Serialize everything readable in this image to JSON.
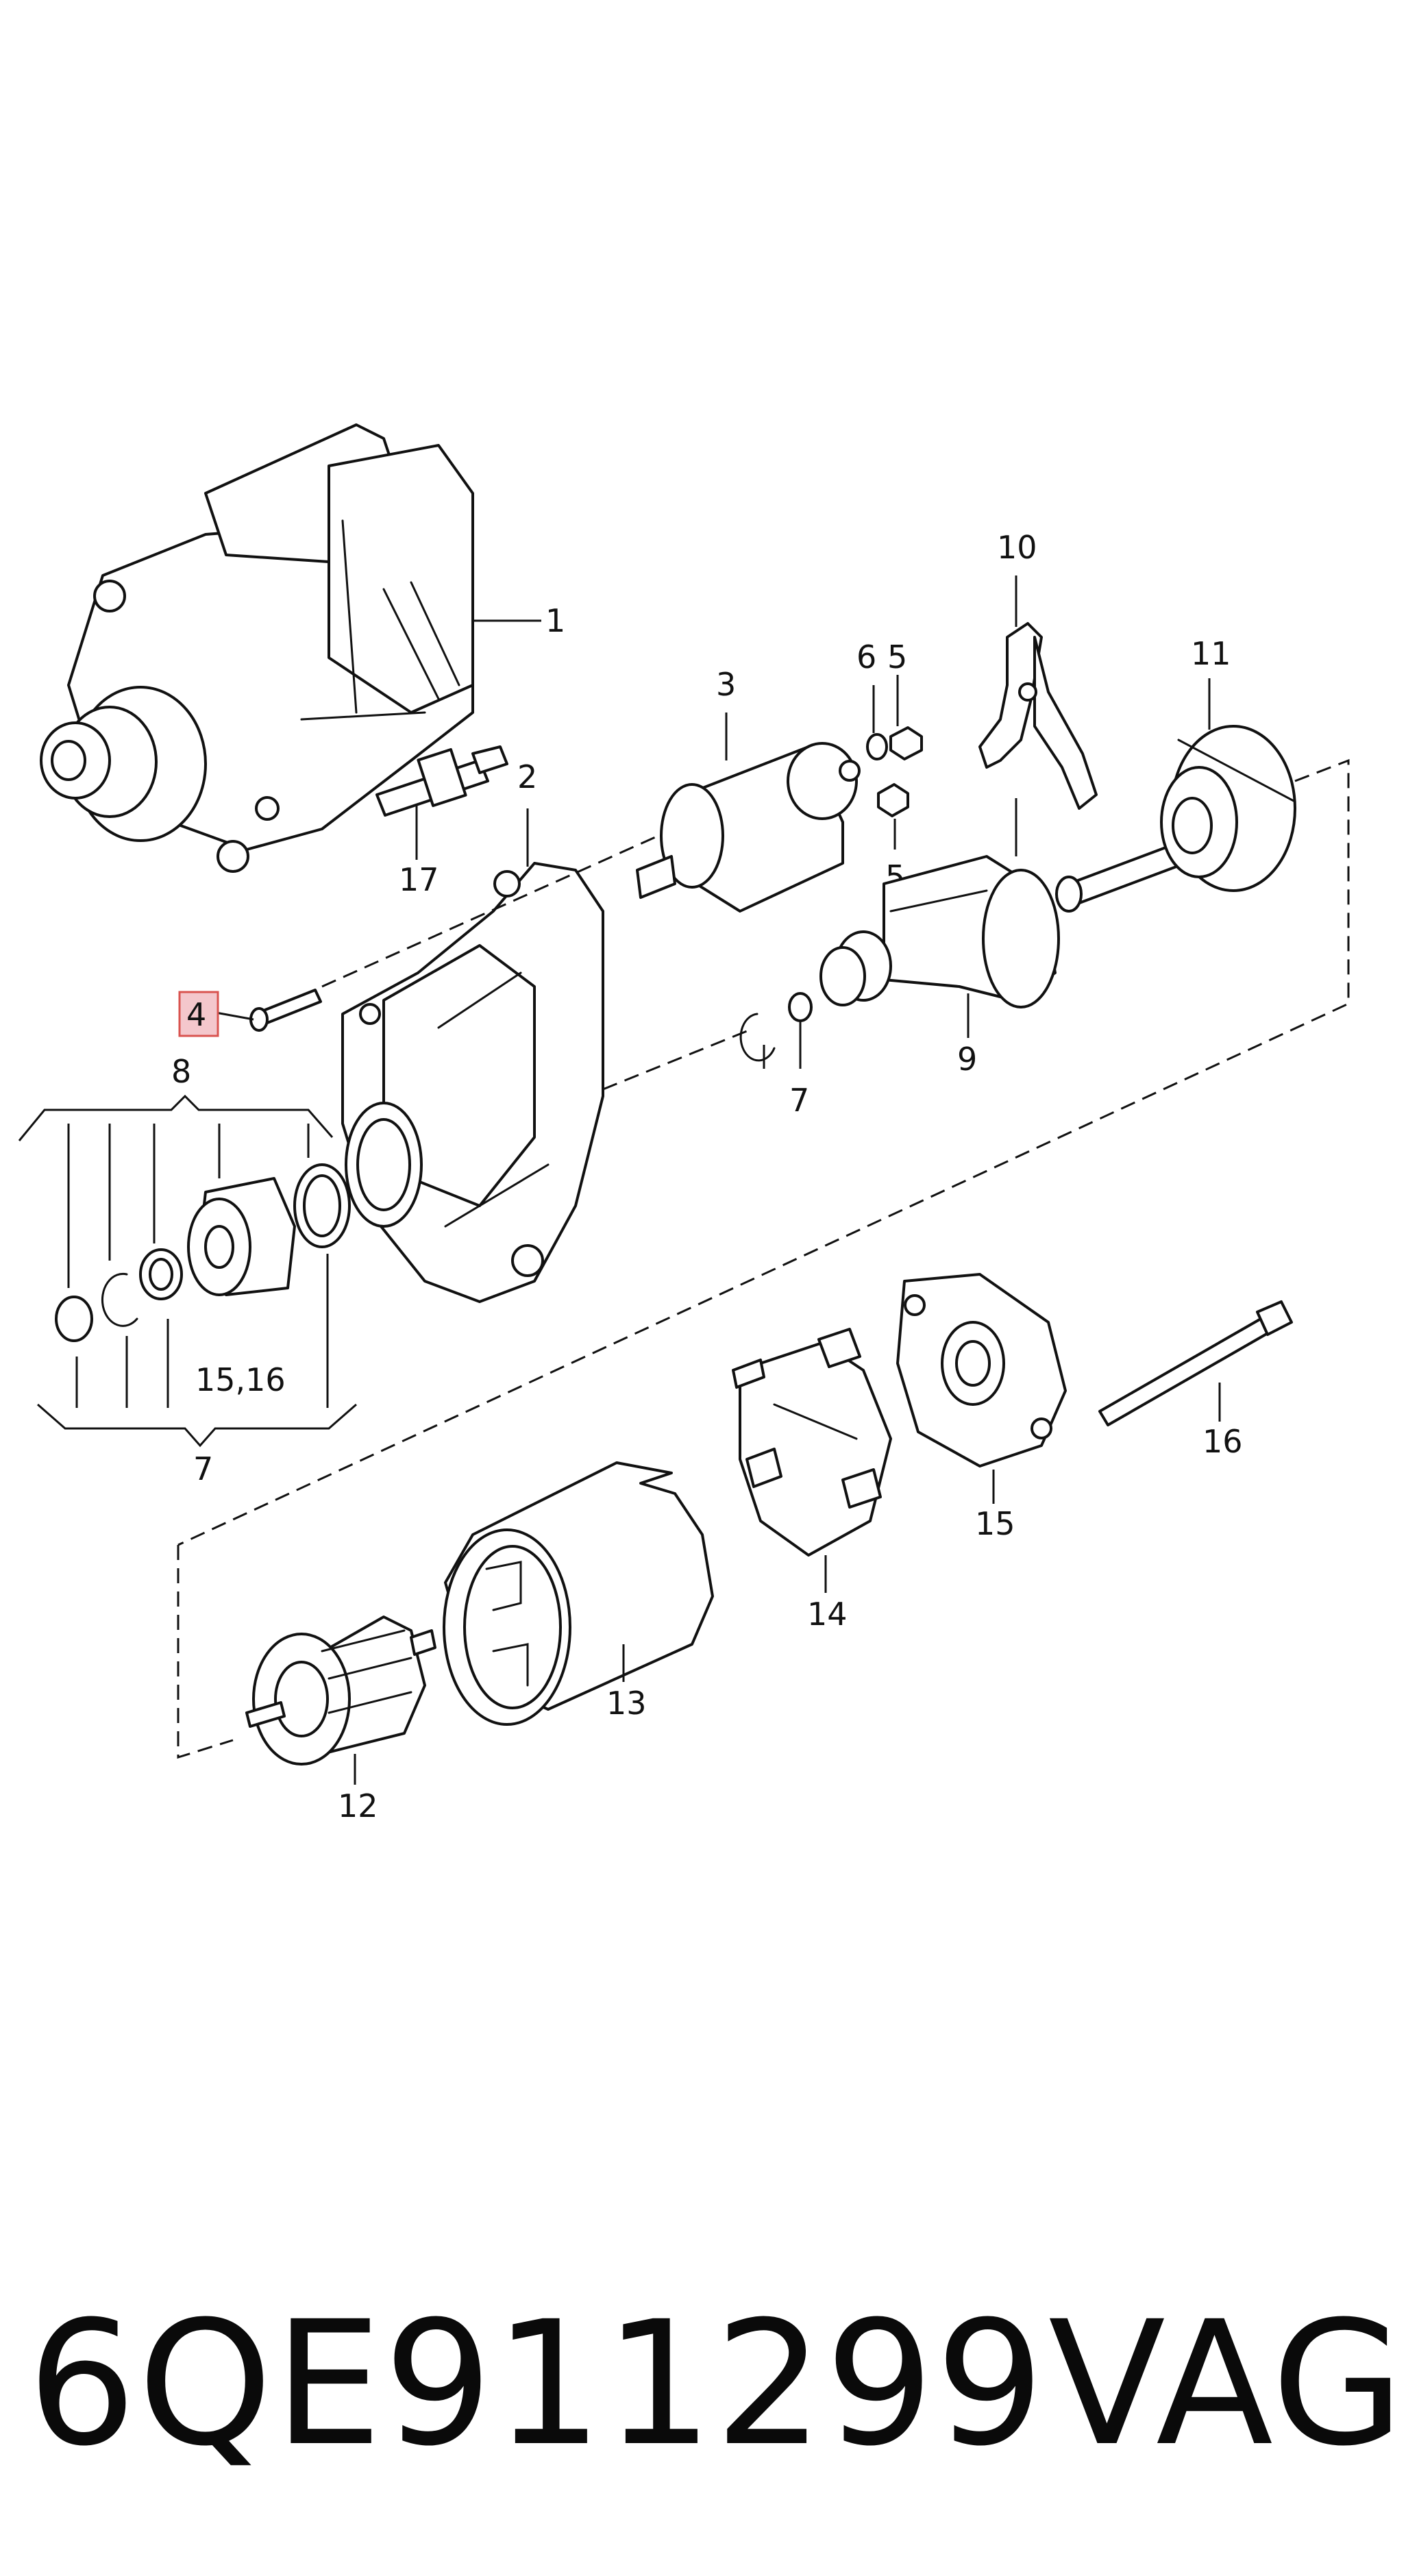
{
  "callouts": {
    "c1": "1",
    "c2": "2",
    "c3": "3",
    "c4": "4",
    "c5a": "5",
    "c5b": "5",
    "c6": "6",
    "c7a": "7",
    "c7b": "7",
    "c8": "8",
    "c9": "9",
    "c10": "10",
    "c11": "11",
    "c12": "12",
    "c13": "13",
    "c14": "14",
    "c15": "15",
    "c1516": "15,16",
    "c16": "16",
    "c17": "17"
  },
  "highlighted_callout": "4",
  "highlight_color": "#f4c7cc",
  "highlight_border": "#d9534f",
  "footer": {
    "part_number": "6QE911299",
    "brand": "VAG"
  }
}
